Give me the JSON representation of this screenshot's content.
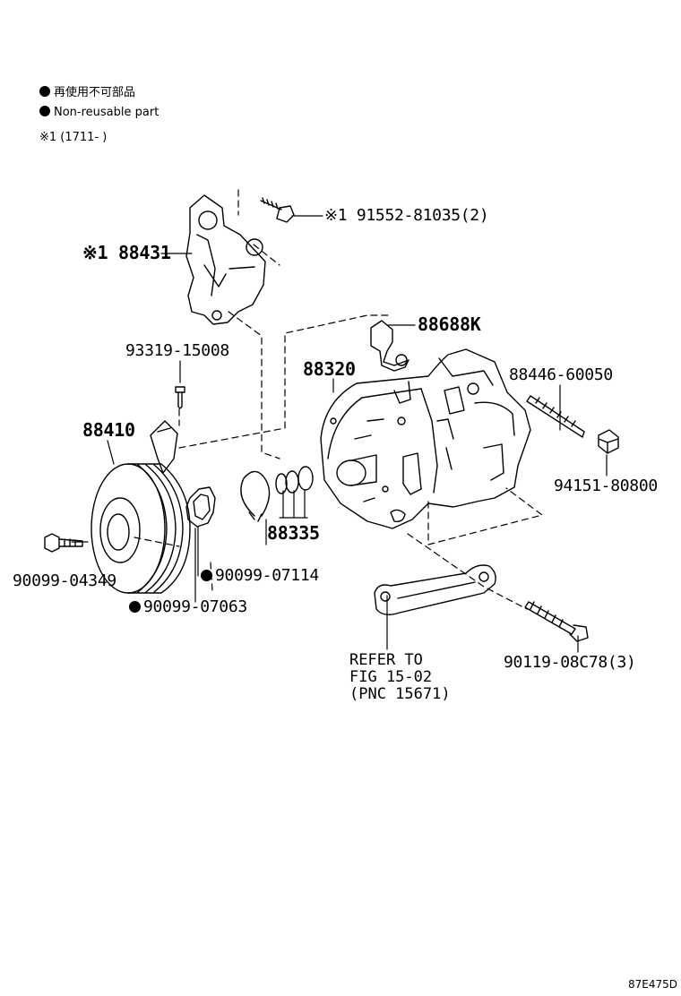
{
  "legend": {
    "line1": "再使用不可部品",
    "line2": "Non-reusable part",
    "note": "※1 (1711-      )"
  },
  "labels": {
    "p91552": "※1 91552-81035(2)",
    "p88431": "※1 88431",
    "p88688K": "88688K",
    "p93319": "93319-15008",
    "p88320": "88320",
    "p88446": "88446-60050",
    "p88410": "88410",
    "p94151": "94151-80800",
    "p88335": "88335",
    "p90099_07114": "90099-07114",
    "p90099_04349": "90099-04349",
    "p90099_07063": "90099-07063",
    "p90119": "90119-08C78(3)",
    "refer_line1": "REFER TO",
    "refer_line2": "FIG 15-02",
    "refer_line3": "(PNC 15671)"
  },
  "illustration_code": "87E475D"
}
